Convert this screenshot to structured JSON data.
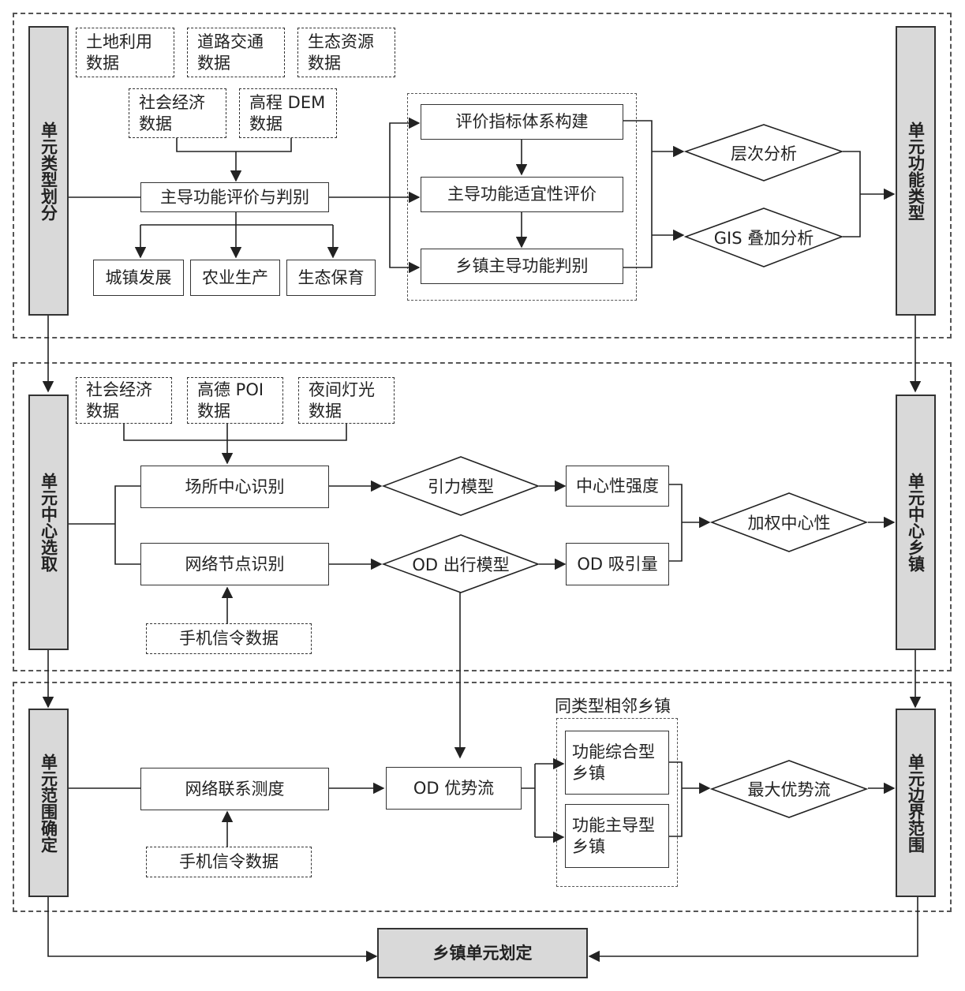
{
  "left_sidebar": {
    "unit_type": "单元类型划分",
    "unit_center": "单元中心选取",
    "unit_range": "单元范围确定"
  },
  "right_sidebar": {
    "function_type": "单元功能类型",
    "center_town": "单元中心乡镇",
    "boundary": "单元边界范围"
  },
  "section1": {
    "data_land": "土地利用\n数据",
    "data_road": "道路交通\n数据",
    "data_eco": "生态资源\n数据",
    "data_socio": "社会经济\n数据",
    "data_dem": "高程 DEM\n数据",
    "main_eval": "主导功能评价与判别",
    "out_urban": "城镇发展",
    "out_agri": "农业生产",
    "out_eco": "生态保育",
    "step_index": "评价指标体系构建",
    "step_suit": "主导功能适宜性评价",
    "step_judge": "乡镇主导功能判别",
    "diamond_ahp": "层次分析",
    "diamond_gis": "GIS 叠加分析"
  },
  "section2": {
    "data_socio": "社会经济\n数据",
    "data_poi": "高德 POI\n数据",
    "data_light": "夜间灯光\n数据",
    "place_center": "场所中心识别",
    "network_node": "网络节点识别",
    "phone_data": "手机信令数据",
    "diamond_gravity": "引力模型",
    "diamond_od": "OD 出行模型",
    "centrality": "中心性强度",
    "od_attraction": "OD 吸引量",
    "diamond_weighted": "加权中心性"
  },
  "section3": {
    "network_measure": "网络联系测度",
    "phone_data": "手机信令数据",
    "od_flow": "OD 优势流",
    "group_label": "同类型相邻乡镇",
    "town_composite": "功能综合型\n乡镇",
    "town_dominant": "功能主导型\n乡镇",
    "diamond_max": "最大优势流"
  },
  "final": {
    "label": "乡镇单元划定"
  }
}
